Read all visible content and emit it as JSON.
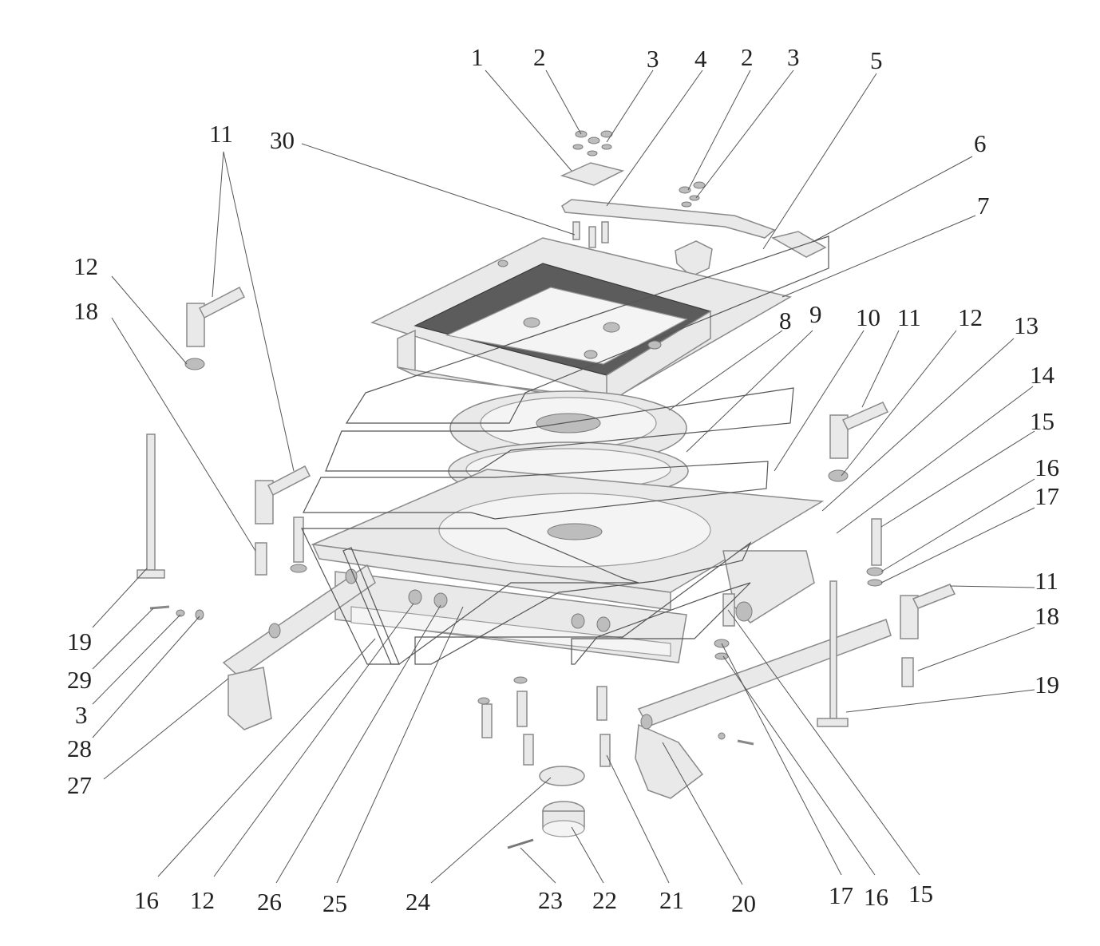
{
  "callouts": [
    {
      "id": "c1",
      "text": "1"
    },
    {
      "id": "c2a",
      "text": "2"
    },
    {
      "id": "c3a",
      "text": "3"
    },
    {
      "id": "c4",
      "text": "4"
    },
    {
      "id": "c2b",
      "text": "2"
    },
    {
      "id": "c3b",
      "text": "3"
    },
    {
      "id": "c5",
      "text": "5"
    },
    {
      "id": "c6",
      "text": "6"
    },
    {
      "id": "c7",
      "text": "7"
    },
    {
      "id": "c30",
      "text": "30"
    },
    {
      "id": "c11a",
      "text": "11"
    },
    {
      "id": "c12a",
      "text": "12"
    },
    {
      "id": "c18a",
      "text": "18"
    },
    {
      "id": "c8",
      "text": "8"
    },
    {
      "id": "c9",
      "text": "9"
    },
    {
      "id": "c10",
      "text": "10"
    },
    {
      "id": "c11b",
      "text": "11"
    },
    {
      "id": "c12b",
      "text": "12"
    },
    {
      "id": "c13",
      "text": "13"
    },
    {
      "id": "c14",
      "text": "14"
    },
    {
      "id": "c15a",
      "text": "15"
    },
    {
      "id": "c16a",
      "text": "16"
    },
    {
      "id": "c17a",
      "text": "17"
    },
    {
      "id": "c11c",
      "text": "11"
    },
    {
      "id": "c18b",
      "text": "18"
    },
    {
      "id": "c19b",
      "text": "19"
    },
    {
      "id": "c19a",
      "text": "19"
    },
    {
      "id": "c29",
      "text": "29"
    },
    {
      "id": "c3c",
      "text": "3"
    },
    {
      "id": "c28",
      "text": "28"
    },
    {
      "id": "c27",
      "text": "27"
    },
    {
      "id": "c16b",
      "text": "16"
    },
    {
      "id": "c12c",
      "text": "12"
    },
    {
      "id": "c26",
      "text": "26"
    },
    {
      "id": "c25",
      "text": "25"
    },
    {
      "id": "c24",
      "text": "24"
    },
    {
      "id": "c23",
      "text": "23"
    },
    {
      "id": "c22",
      "text": "22"
    },
    {
      "id": "c21",
      "text": "21"
    },
    {
      "id": "c20",
      "text": "20"
    },
    {
      "id": "c17b",
      "text": "17"
    },
    {
      "id": "c16c",
      "text": "16"
    },
    {
      "id": "c15b",
      "text": "15"
    }
  ]
}
